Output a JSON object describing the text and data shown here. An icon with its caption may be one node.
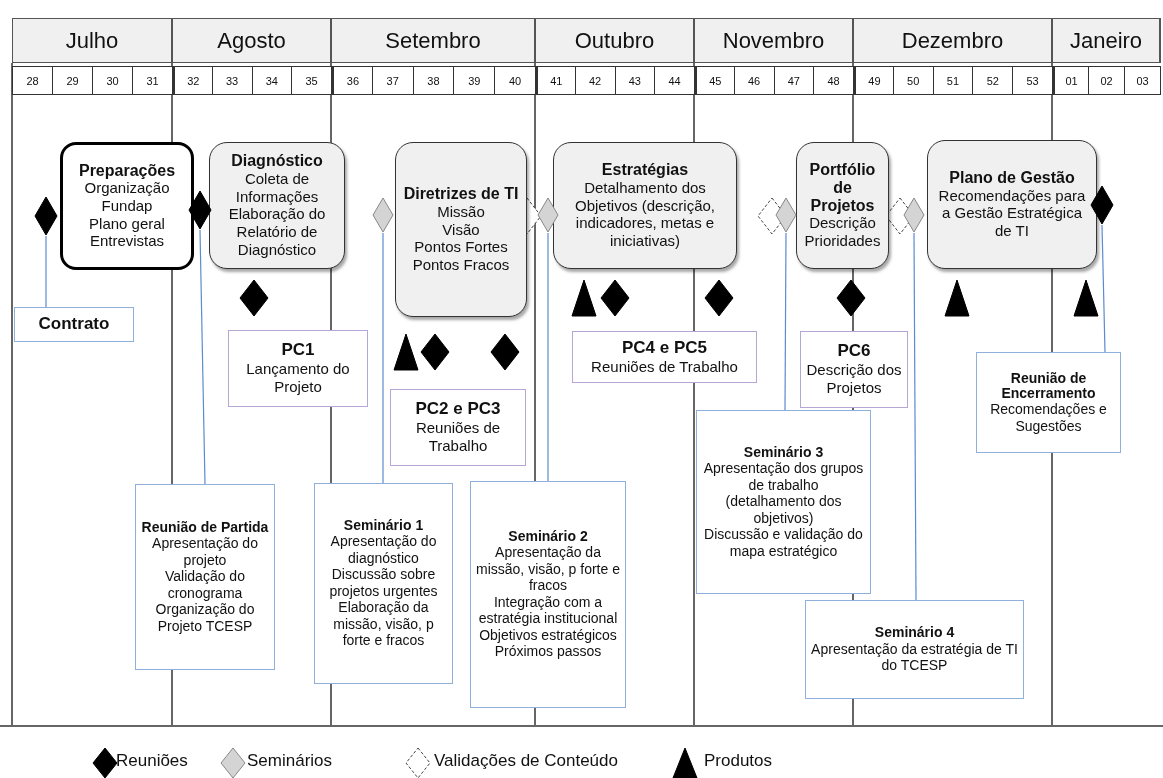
{
  "diagram": {
    "nodes": [
      {
        "text": [
          "Preparações",
          "Organização Fundap",
          "Plano geral",
          "Entrevistas"
        ]
      },
      {
        "text": [
          "Diagnóstico",
          "Coleta de Informações",
          "Elaboração do Relatório de Diagnóstico"
        ]
      },
      {
        "text": [
          "Diretrizes de TI",
          "Missão",
          "Visão",
          "Pontos Fortes",
          "Pontos Fracos"
        ]
      },
      {
        "text": [
          "Estratégias",
          "Detalhamento dos Objetivos (descrição, indicadores, metas e iniciativas)"
        ]
      },
      {
        "text": [
          "Portfólio de Projetos",
          "Descrição",
          "Prioridades"
        ]
      },
      {
        "text": [
          "Plano de Gestão",
          "Recomendações para a Gestão Estratégica de TI"
        ]
      },
      {
        "text": [
          "Contrato"
        ]
      },
      {
        "text": [
          "PC1",
          "Lançamento do Projeto"
        ]
      },
      {
        "text": [
          "PC2 e PC3",
          "Reuniões de Trabalho"
        ]
      },
      {
        "text": [
          "PC4 e PC5",
          "Reuniões de Trabalho"
        ]
      },
      {
        "text": [
          "PC6",
          "Descrição dos Projetos"
        ]
      },
      {
        "text": [
          "Reunião de Encerramento",
          "Recomendações e Sugestões"
        ]
      },
      {
        "text": [
          "Reunião de Partida",
          "Apresentação do projeto",
          "Validação do cronograma",
          "Organização do Projeto TCESP"
        ]
      },
      {
        "text": [
          "Seminário 1",
          "Apresentação do diagnóstico",
          "Discussão sobre projetos urgentes",
          "Elaboração da missão, visão, p forte e fracos"
        ]
      },
      {
        "text": [
          "Seminário 2",
          "Apresentação da missão, visão, p forte e fracos",
          "Integração com a estratégia institucional",
          "Objetivos estratégicos",
          "Próximos passos"
        ]
      },
      {
        "text": [
          "Seminário 3",
          "Apresentação dos grupos de trabalho (detalhamento dos objetivos)",
          "Discussão e validação do mapa estratégico"
        ]
      },
      {
        "text": [
          "Seminário 4",
          "Apresentação da estratégia de TI do TCESP"
        ]
      },
      {
        "text": [],
        "shape": "diamond"
      },
      {
        "text": [],
        "shape": "diamond"
      },
      {
        "text": [],
        "shape": "diamond"
      },
      {
        "text": [],
        "shape": "diamond"
      },
      {
        "text": [],
        "shape": "diamond"
      },
      {
        "text": [],
        "shape": "diamond"
      },
      {
        "text": [],
        "shape": "diamond"
      }
    ],
    "edges": [
      {
        "from": 6,
        "to": 17,
        "arrow": "none"
      },
      {
        "from": 12,
        "to": 18,
        "arrow": "none"
      },
      {
        "from": 13,
        "to": 19,
        "arrow": "none"
      },
      {
        "from": 14,
        "to": 20,
        "arrow": "none"
      },
      {
        "from": 15,
        "to": 21,
        "arrow": "none"
      },
      {
        "from": 16,
        "to": 22,
        "arrow": "none"
      },
      {
        "from": 11,
        "to": 23,
        "arrow": "none"
      }
    ],
    "labels": [
      "Julho",
      "Agosto",
      "Setembro",
      "Outubro",
      "Novembro",
      "Dezembro",
      "Janeiro",
      "28",
      "29",
      "30",
      "31",
      "32",
      "33",
      "34",
      "35",
      "36",
      "37",
      "38",
      "39",
      "40",
      "41",
      "42",
      "43",
      "44",
      "45",
      "46",
      "47",
      "48",
      "49",
      "50",
      "51",
      "52",
      "53",
      "01",
      "02",
      "03"
    ],
    "legend": [
      {
        "text": "Reuniões"
      },
      {
        "text": "Seminários"
      },
      {
        "text": "Validações de Conteúdo"
      },
      {
        "text": "Produtos"
      }
    ]
  }
}
